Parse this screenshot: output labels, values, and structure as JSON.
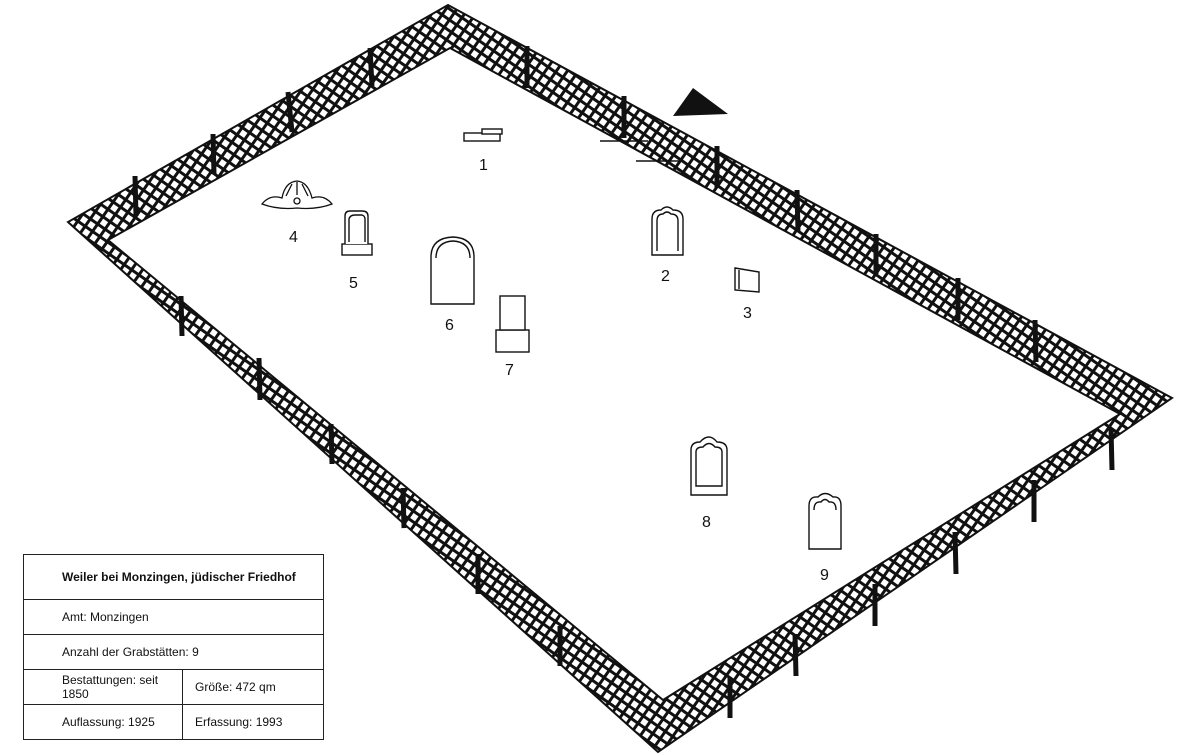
{
  "plan": {
    "grave_numbers": [
      "1",
      "2",
      "3",
      "4",
      "5",
      "6",
      "7",
      "8",
      "9"
    ],
    "north_arrow_icon": "north-arrow-icon"
  },
  "info": {
    "title": "Weiler bei Monzingen, jüdischer Friedhof",
    "amt": "Amt: Monzingen",
    "anzahl": "Anzahl der Grabstätten: 9",
    "bestattungen": "Bestattungen: seit 1850",
    "groesse": "Größe: 472 qm",
    "auflassung": "Auflassung: 1925",
    "erfassung": "Erfassung: 1993"
  }
}
